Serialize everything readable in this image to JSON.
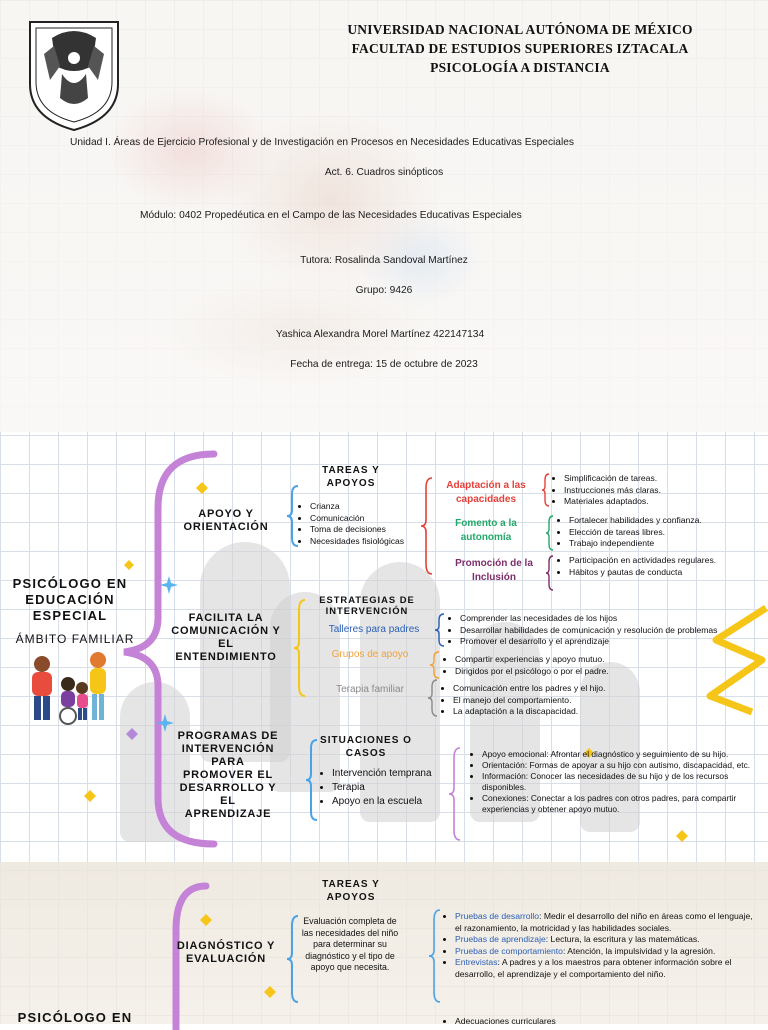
{
  "cover": {
    "university": [
      "UNIVERSIDAD NACIONAL AUTÓNOMA DE MÉXICO",
      "FACULTAD DE ESTUDIOS SUPERIORES IZTACALA",
      "PSICOLOGÍA A DISTANCIA"
    ],
    "unit": "Unidad I. Áreas de Ejercicio Profesional y de Investigación en Procesos en Necesidades Educativas Especiales",
    "activity": "Act. 6. Cuadros sinópticos",
    "module": "Módulo: 0402 Propedéutica en el Campo de las Necesidades Educativas Especiales",
    "tutor": "Tutora: Rosalinda Sandoval Martínez",
    "group": "Grupo: 9426",
    "student": "Yashica Alexandra Morel Martínez 422147134",
    "date": "Fecha de entrega: 15 de octubre de 2023"
  },
  "familiar": {
    "title": "PSICÓLOGO EN EDUCACIÓN ESPECIAL",
    "subtitle": "ÁMBITO FAMILIAR",
    "branch1": {
      "label": "APOYO Y ORIENTACIÓN",
      "header": "TAREAS Y APOYOS",
      "items": [
        "Crianza",
        "Comunicación",
        "Toma de decisiones",
        "Necesidades fisiológicas"
      ],
      "groups": [
        {
          "label": "Adaptación a las capacidades",
          "color": "#e5413a",
          "items": [
            "Simplificación de tareas.",
            "Instrucciones más claras.",
            "Materiales adaptados."
          ]
        },
        {
          "label": "Fomento a la autonomía",
          "color": "#23a86a",
          "items": [
            "Fortalecer habilidades y confianza.",
            "Elección de tareas libres.",
            "Trabajo independiente"
          ]
        },
        {
          "label": "Promoción de la Inclusión",
          "color": "#7b2e6a",
          "items": [
            "Participación en actividades regulares.",
            "Hábitos y pautas de conducta"
          ]
        }
      ]
    },
    "branch2": {
      "label": "FACILITA LA COMUNICACIÓN Y EL ENTENDIMIENTO",
      "header": "ESTRATEGIAS DE INTERVENCIÓN",
      "groups": [
        {
          "label": "Talleres para padres",
          "color": "#2a5fb5",
          "items": [
            "Comprender las necesidades de los hijos",
            "Desarrollar habilidades de comunicación y resolución de problemas",
            "Promover el desarrollo y el aprendizaje"
          ]
        },
        {
          "label": "Grupos de apoyo",
          "color": "#f0a23a",
          "items": [
            "Compartir experiencias y apoyo mutuo.",
            "Dirigidos por el psicólogo o por el padre."
          ]
        },
        {
          "label": "Terapia familiar",
          "color": "#8a8a8a",
          "items": [
            "Comunicación entre los padres y el hijo.",
            "El manejo del comportamiento.",
            "La adaptación a la discapacidad."
          ]
        }
      ]
    },
    "branch3": {
      "label": "PROGRAMAS DE INTERVENCIÓN PARA PROMOVER EL DESARROLLO Y EL APRENDIZAJE",
      "header": "SITUACIONES O CASOS",
      "items": [
        "Intervención temprana",
        "Terapia",
        "Apoyo en la escuela"
      ],
      "details": [
        "Apoyo emocional: Afrontar el diagnóstico y seguimiento de su hijo.",
        "Orientación: Formas de apoyar a su hijo con autismo, discapacidad, etc.",
        "Información: Conocer las necesidades de su hijo y de los recursos disponibles.",
        "Conexiones: Conectar a los padres con otros padres, para compartir experiencias y obtener apoyo mutuo."
      ]
    }
  },
  "next": {
    "header": "TAREAS Y APOYOS",
    "branch": "DIAGNÓSTICO Y EVALUACIÓN",
    "description": "Evaluación completa de las necesidades del niño para determinar su diagnóstico y el tipo de apoyo que necesita.",
    "tests": [
      {
        "kw": "Pruebas de desarrollo",
        "text": ": Medir el desarrollo del niño en áreas como el lenguaje, el razonamiento, la motricidad y las habilidades sociales."
      },
      {
        "kw": "Pruebas de aprendizaje",
        "text": ": Lectura, la escritura y las matemáticas."
      },
      {
        "kw": "Pruebas de comportamiento",
        "text": ": Atención, la impulsividad y la agresión."
      },
      {
        "kw": "Entrevistas",
        "text": ": A padres y a los maestros para obtener información sobre el desarrollo, el aprendizaje y el comportamiento del niño."
      }
    ],
    "title_partial": "PSICÓLOGO EN",
    "cut_item": "Adecuaciones curriculares"
  },
  "colors": {
    "purple_brace": "#c483d6",
    "blue_brace": "#4aa3e6",
    "gold": "#f5c518",
    "sky": "#5ab4ef"
  }
}
